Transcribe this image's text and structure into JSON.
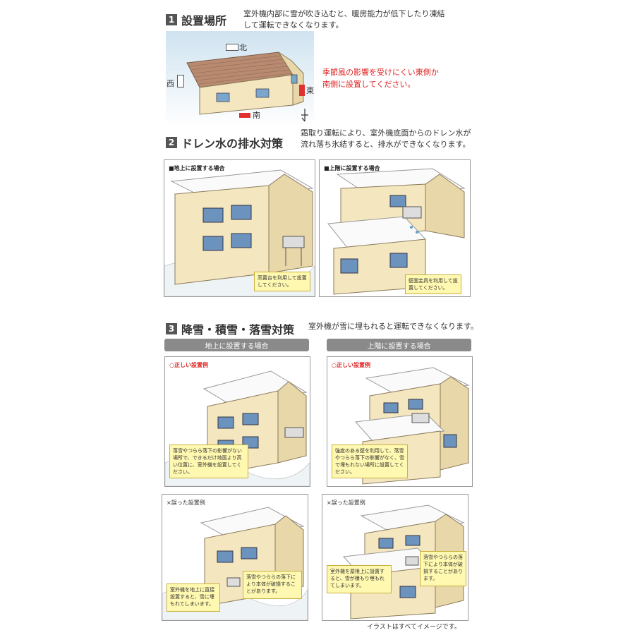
{
  "section1": {
    "number": "1",
    "title": "設置場所",
    "desc_line1": "室外機内部に雪が吹き込むと、暖房能力が低下したり凍結",
    "desc_line2": "して運転できなくなります。",
    "dir_north": "北",
    "dir_west": "西",
    "dir_east": "東",
    "dir_south": "南",
    "note_line1": "季節風の影響を受けにくい東側か",
    "note_line2": "南側に設置してください。"
  },
  "section2": {
    "number": "2",
    "title": "ドレン水の排水対策",
    "desc_line1": "霜取り運転により、室外機底面からのドレン水が",
    "desc_line2": "流れ落ち氷結すると、排水ができなくなります。",
    "panel_left_label": "■地上に設置する場合",
    "panel_left_callout": "高置台を利用して設置してください。",
    "panel_right_label": "■上階に設置する場合",
    "panel_right_callout": "壁面金具を利用して設置してください。"
  },
  "section3": {
    "number": "3",
    "title": "降雪・積雪・落雪対策",
    "desc": "室外機が雪に埋もれると運転できなくなります。",
    "tab_left": "地上に設置する場合",
    "tab_right": "上階に設置する場合",
    "ok_left_label": "○正しい設置例",
    "ok_left_callout": "落雪やつらら落下の影響がない場所で、できるだけ地面より高い位置に、室外機を設置してください。",
    "ok_right_label": "○正しい設置例",
    "ok_right_callout": "強度のある壁を利用して、落雪やつらら落下の影響がなく、雪で埋もれない場所に設置してください。",
    "ng_left_label": "×誤った設置例",
    "ng_left_callout1": "室外機を地上に直接設置すると、雪に埋もれてしまいます。",
    "ng_left_callout2": "落雪やつららの落下により本体が破損することがあります。",
    "ng_right_label": "×誤った設置例",
    "ng_right_callout1": "室外機を屋根上に設置すると、雪が積もり埋もれてしまいます。",
    "ng_right_callout2": "落雪やつららの落下により本体が破損することがあります。"
  },
  "footer": "イラストはすべてイメージです。"
}
